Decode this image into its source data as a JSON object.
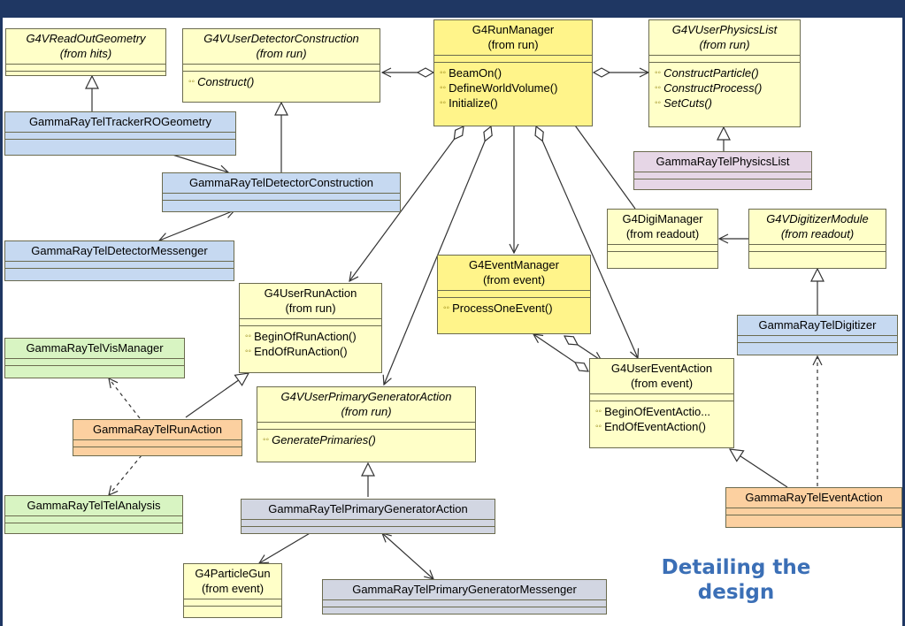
{
  "caption": {
    "line1": "Detailing the",
    "line2": "design"
  },
  "classes": {
    "readout_geometry": {
      "name": "G4VReadOutGeometry",
      "pkg": "(from hits)"
    },
    "detector_construction": {
      "name": "G4VUserDetectorConstruction",
      "pkg": "(from run)",
      "ops": [
        "Construct()"
      ]
    },
    "run_manager": {
      "name": "G4RunManager",
      "pkg": "(from run)",
      "ops": [
        "BeamOn()",
        "DefineWorldVolume()",
        "Initialize()"
      ]
    },
    "physics_list": {
      "name": "G4VUserPhysicsList",
      "pkg": "(from run)",
      "ops": [
        "ConstructParticle()",
        "ConstructProcess()",
        "SetCuts()"
      ]
    },
    "tracker_ro_geometry": {
      "name": "GammaRayTelTrackerROGeometry"
    },
    "tel_physics_list": {
      "name": "GammaRayTelPhysicsList"
    },
    "tel_detector_construction": {
      "name": "GammaRayTelDetectorConstruction"
    },
    "digi_manager": {
      "name": "G4DigiManager",
      "pkg": "(from readout)"
    },
    "digitizer_module": {
      "name": "G4VDigitizerModule",
      "pkg": "(from readout)"
    },
    "detector_messenger": {
      "name": "GammaRayTelDetectorMessenger"
    },
    "event_manager": {
      "name": "G4EventManager",
      "pkg": "(from event)",
      "ops": [
        "ProcessOneEvent()"
      ]
    },
    "user_run_action": {
      "name": "G4UserRunAction",
      "pkg": "(from run)",
      "ops": [
        "BeginOfRunAction()",
        "EndOfRunAction()"
      ]
    },
    "tel_digitizer": {
      "name": "GammaRayTelDigitizer"
    },
    "vis_manager": {
      "name": "GammaRayTelVisManager"
    },
    "user_event_action": {
      "name": "G4UserEventAction",
      "pkg": "(from event)",
      "ops": [
        "BeginOfEventActio...",
        "EndOfEventAction()"
      ]
    },
    "primary_generator_action": {
      "name": "G4VUserPrimaryGeneratorAction",
      "pkg": "(from run)",
      "ops": [
        "GeneratePrimaries()"
      ]
    },
    "tel_run_action": {
      "name": "GammaRayTelRunAction"
    },
    "tel_analysis": {
      "name": "GammaRayTelTelAnalysis"
    },
    "tel_primary_generator_action": {
      "name": "GammaRayTelPrimaryGeneratorAction"
    },
    "tel_event_action": {
      "name": "GammaRayTelEventAction"
    },
    "particle_gun": {
      "name": "G4ParticleGun",
      "pkg": "(from event)"
    },
    "primary_generator_messenger": {
      "name": "GammaRayTelPrimaryGeneratorMessenger"
    }
  }
}
